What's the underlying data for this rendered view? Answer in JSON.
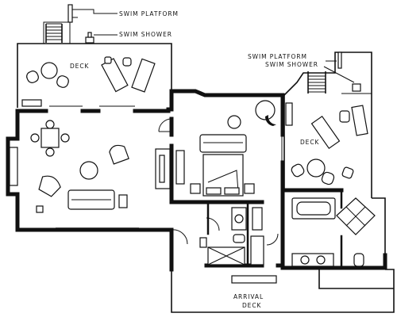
{
  "plan": {
    "labels": {
      "swim_platform_top": "SWIM PLATFORM",
      "swim_shower_top": "SWIM SHOWER",
      "deck_left": "DECK",
      "swim_platform_right": "SWIM PLATFORM",
      "swim_shower_right": "SWIM SHOWER",
      "deck_right": "DECK",
      "arrival_deck_line1": "ARRIVAL",
      "arrival_deck_line2": "DECK"
    }
  }
}
